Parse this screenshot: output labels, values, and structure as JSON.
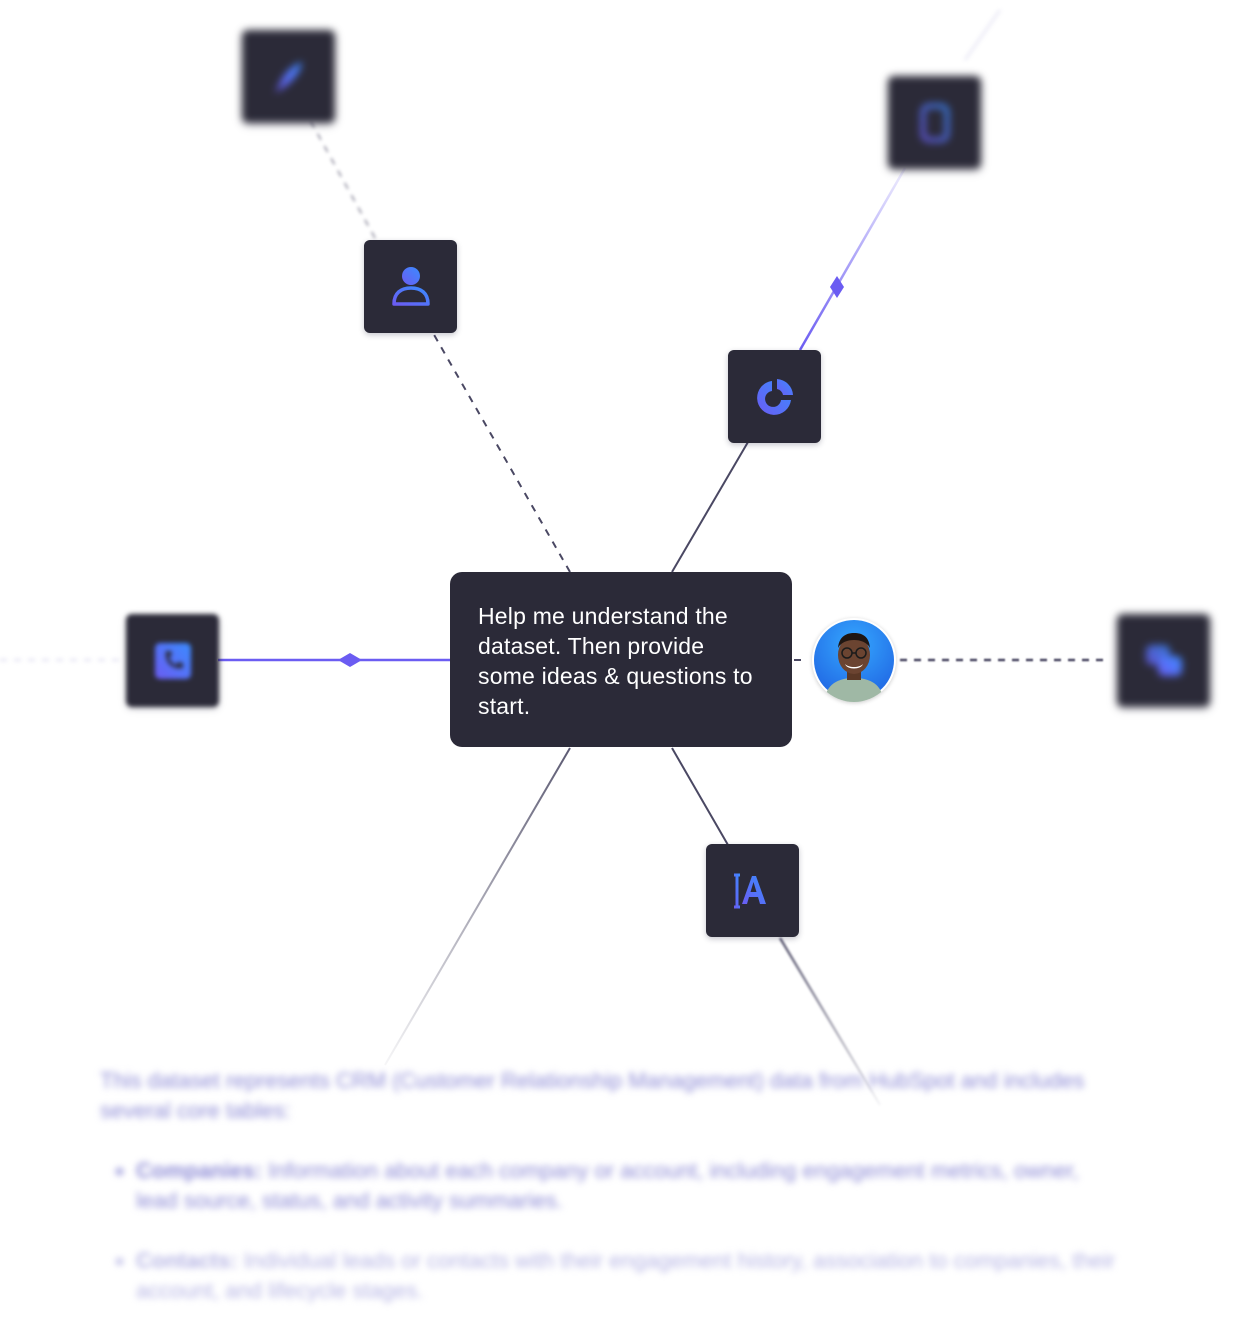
{
  "prompt": {
    "text": "Help me understand the dataset. Then provide some ideas & questions to start."
  },
  "avatar": {
    "alt": "user-avatar"
  },
  "nodes": [
    {
      "id": "rocket",
      "icon": "rocket-icon"
    },
    {
      "id": "database",
      "icon": "database-icon"
    },
    {
      "id": "user",
      "icon": "user-icon"
    },
    {
      "id": "pie",
      "icon": "pie-chart-icon"
    },
    {
      "id": "phone",
      "icon": "phone-icon"
    },
    {
      "id": "chat",
      "icon": "chat-bubbles-icon"
    },
    {
      "id": "text",
      "icon": "text-cursor-icon"
    }
  ],
  "answer": {
    "intro": "This dataset represents CRM (Customer Relationship Management) data from HubSpot and includes several core tables:",
    "items": [
      {
        "name": "Companies:",
        "text": " Information about each company or account, including engagement metrics, owner, lead source, status, and activity summaries."
      },
      {
        "name": "Contacts:",
        "text": " Individual leads or contacts with their engagement history, association to companies, their account, and lifecycle stages."
      }
    ]
  },
  "colors": {
    "node_bg": "#2b2a38",
    "accent_purple": "#6b5cf2",
    "accent_blue": "#3b8bff",
    "line_gray": "#4a4863"
  }
}
